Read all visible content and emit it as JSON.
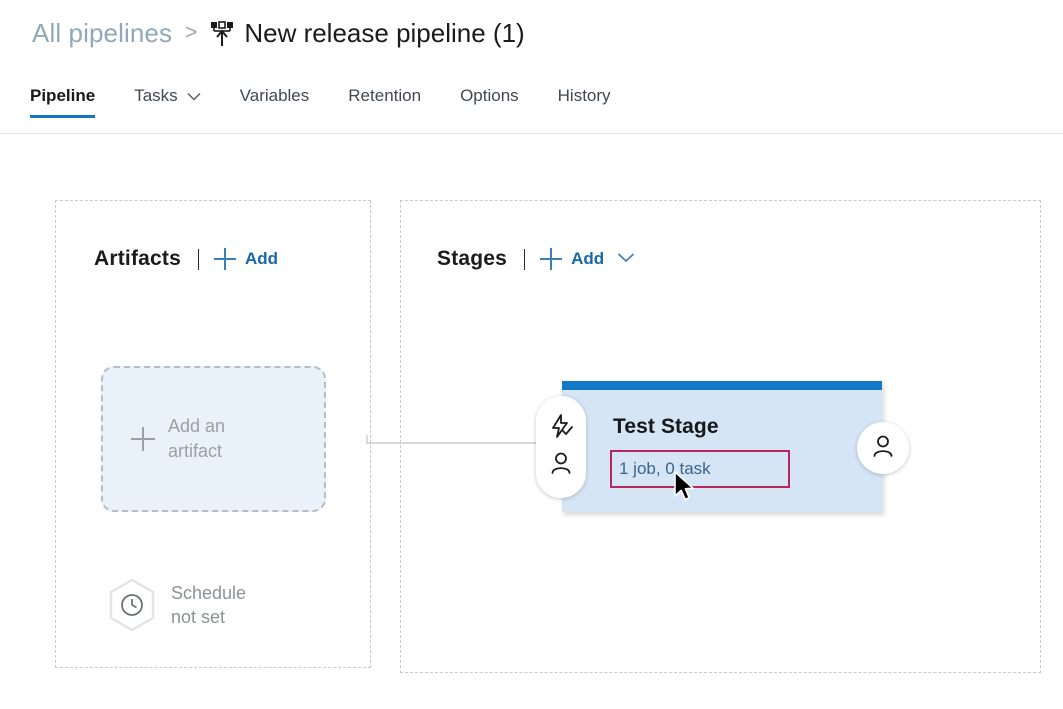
{
  "breadcrumb": {
    "parent_label": "All pipelines",
    "separator": ">",
    "icon": "release-pipeline-icon",
    "current_label": "New release pipeline (1)"
  },
  "tabs": [
    {
      "label": "Pipeline",
      "active": true,
      "has_chevron": false
    },
    {
      "label": "Tasks",
      "active": false,
      "has_chevron": true
    },
    {
      "label": "Variables",
      "active": false,
      "has_chevron": false
    },
    {
      "label": "Retention",
      "active": false,
      "has_chevron": false
    },
    {
      "label": "Options",
      "active": false,
      "has_chevron": false
    },
    {
      "label": "History",
      "active": false,
      "has_chevron": false
    }
  ],
  "artifacts_panel": {
    "title": "Artifacts",
    "add_label": "Add",
    "add_icon": "plus-icon",
    "tile": {
      "icon": "plus-icon",
      "line1": "Add an",
      "line2": "artifact"
    },
    "schedule": {
      "icon": "clock-icon",
      "line1": "Schedule",
      "line2": "not set"
    }
  },
  "stages_panel": {
    "title": "Stages",
    "add_label": "Add",
    "add_icon": "plus-icon",
    "add_chevron_icon": "chevron-down-icon",
    "stage": {
      "name": "Test Stage",
      "jobs_tasks": "1 job, 0 task",
      "pre_deployment": {
        "trigger_icon": "lightning-bolt-check-icon",
        "approval_icon": "person-icon"
      },
      "post_deployment": {
        "approval_icon": "person-icon"
      }
    }
  },
  "colors": {
    "accent_blue": "#1475c4",
    "link_blue": "#1668a8",
    "stage_header": "#1478c8",
    "stage_body": "#d6e5f6",
    "highlight_red": "#b8265c",
    "muted_gray": "#9aa0a6"
  }
}
